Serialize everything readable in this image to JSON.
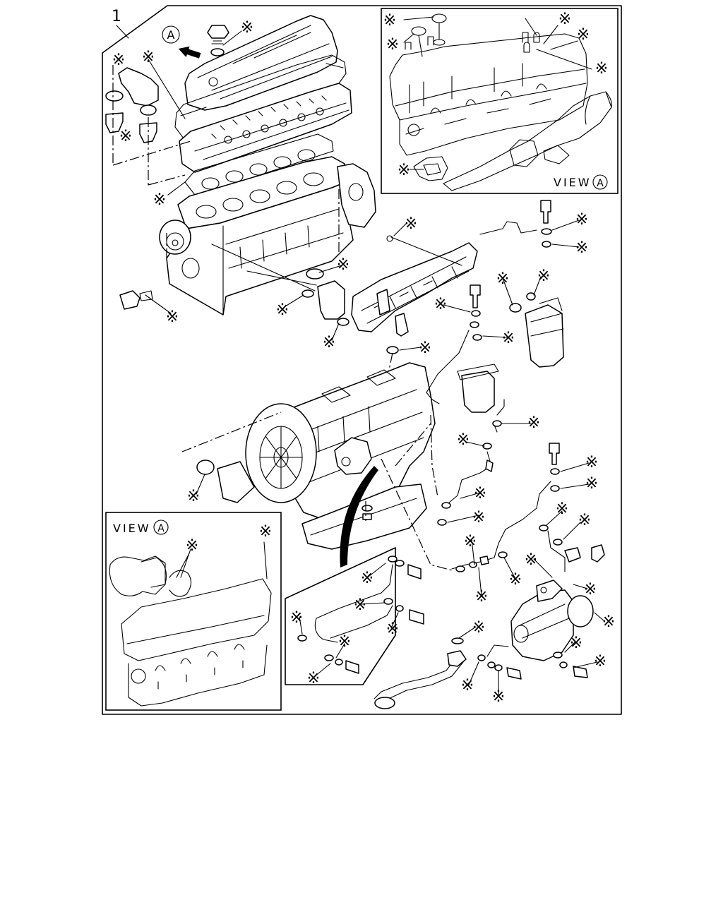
{
  "diagram": {
    "item_number": "1",
    "callout_letter": "A",
    "callout_symbol": "※",
    "view_top_label": "VIEW",
    "view_top_letter": "A",
    "view_bottom_label": "VIEW",
    "view_bottom_letter": "A"
  }
}
